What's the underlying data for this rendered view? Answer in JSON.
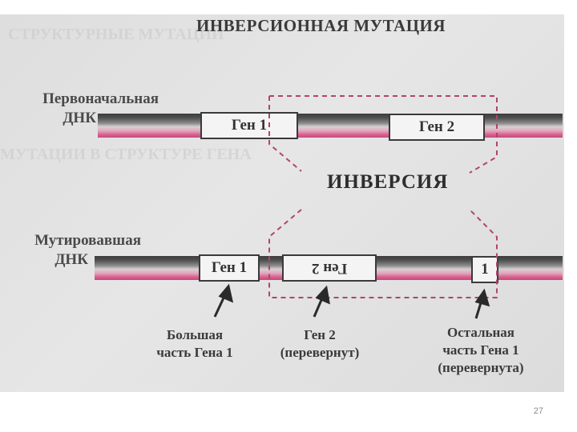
{
  "title": "ИНВЕРСИОННАЯ МУТАЦИЯ",
  "original_dna": {
    "label_line1": "Первоначальная",
    "label_line2": "ДНК"
  },
  "mutated_dna": {
    "label_line1": "Мутировавшая",
    "label_line2": "ДНК"
  },
  "genes": {
    "gene1": "Ген 1",
    "gene2": "Ген 2",
    "gene2_inverted": "Ген 2",
    "gene1_fragment": "1"
  },
  "inversion_label": "ИНВЕРСИЯ",
  "captions": {
    "larger_part": {
      "line1": "Большая",
      "line2": "часть Гена 1"
    },
    "gene2_flipped": {
      "line1": "Ген 2",
      "line2": "(перевернут)"
    },
    "rest_part": {
      "line1": "Остальная",
      "line2": "часть Гена 1",
      "line3": "(перевернута)"
    }
  },
  "colors": {
    "strand_dark": "#3c3c3c",
    "strand_pink": "#c9497d",
    "dashed_outline": "#b0456a"
  },
  "page_number": "27"
}
